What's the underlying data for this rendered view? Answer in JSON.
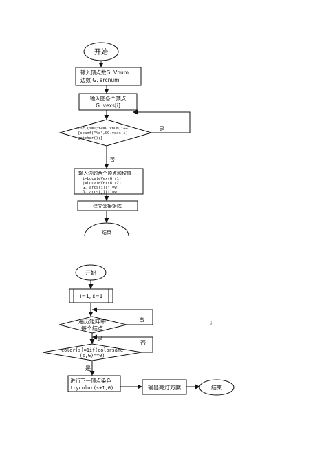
{
  "flowchart1": {
    "start": "开始",
    "input_counts": [
      "输入顶点数G. Vnum",
      "边数 G. arcnum"
    ],
    "input_vertices": [
      "输入图各个顶点",
      "G. vexs[i]"
    ],
    "loop_code": [
      "for (i=1;i<=G.vnum;i++)",
      "{scanf(\"%c\",&G.vexs[i])",
      "getchar();}"
    ],
    "yes": "是",
    "no": "否",
    "input_edges": [
      "输入边的两个顶点和权值",
      "i=LocateVex(G,v1)",
      "j=LocateVex(G,v2)",
      "G. arcs[i][j]=w;",
      "G. arcs[j][i]=w;"
    ],
    "build_matrix": "建立邻接矩阵",
    "end": "结束"
  },
  "flowchart2": {
    "start": "开始",
    "init": "i=1,  s=1",
    "traverse": [
      "遍历矩阵中",
      "每个结点"
    ],
    "no1": "否",
    "yes1": "是",
    "check": [
      "color[s]=1if(colorsame",
      "(s,G)==0)"
    ],
    "no2": "否",
    "yes2": "是",
    "next_vertex": [
      "进行下一顶点染色",
      "trycolor(s+1,G)"
    ],
    "output": "输出亮灯方案",
    "end": "结束"
  }
}
